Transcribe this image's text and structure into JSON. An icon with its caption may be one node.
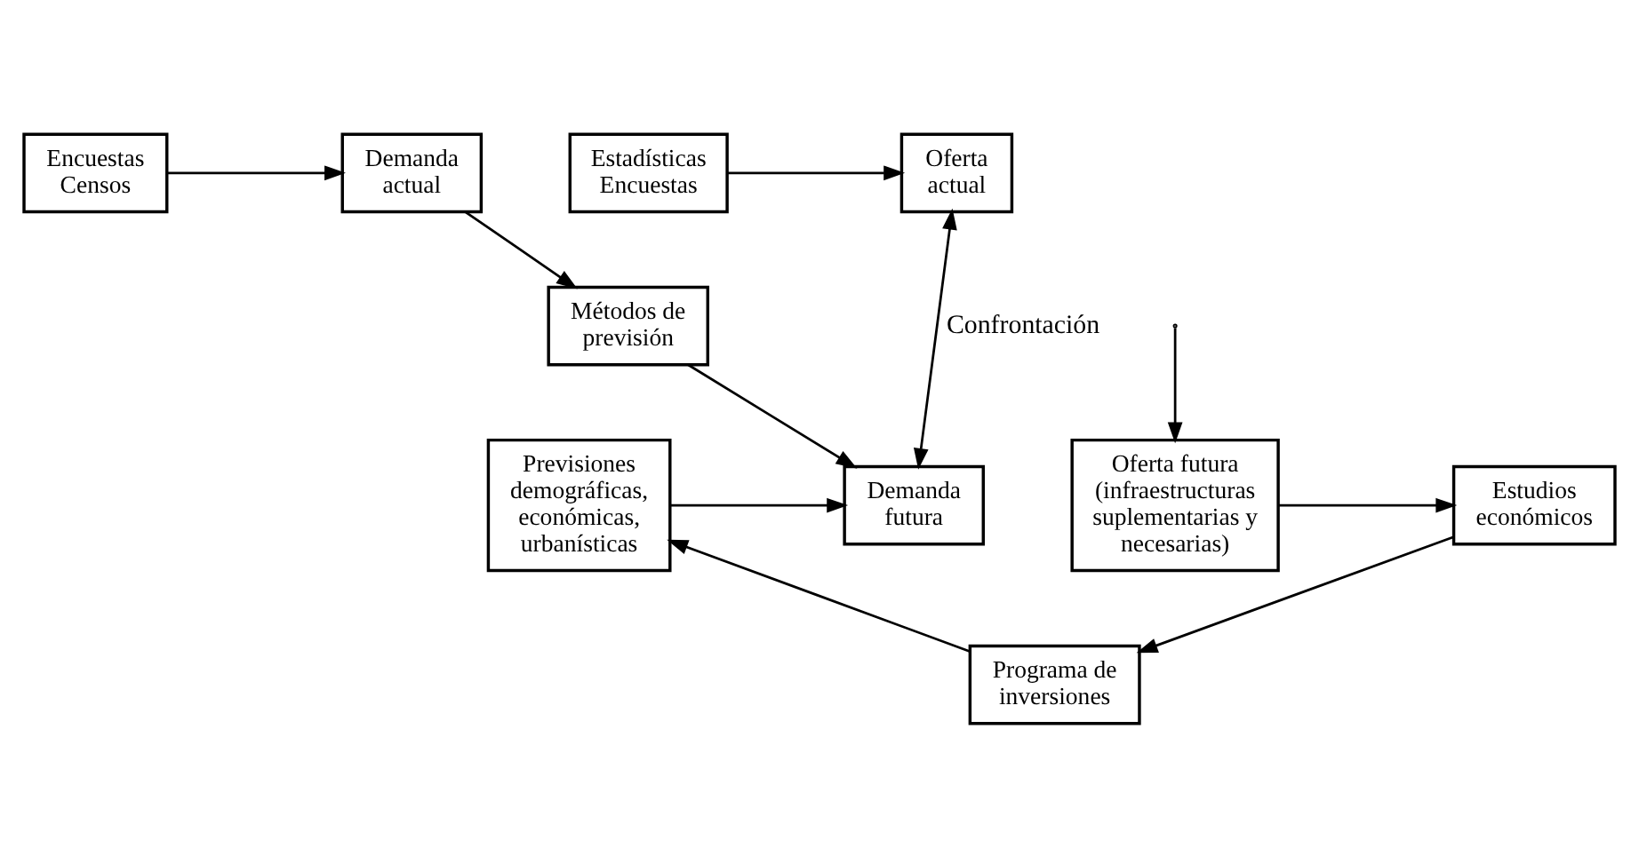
{
  "diagram": {
    "nodes": [
      {
        "text": [
          "Encuestas Censos"
        ]
      },
      {
        "text": [
          "Demanda actual"
        ]
      },
      {
        "text": [
          "Oferta actual"
        ]
      },
      {
        "text": [
          "Estadísticas Encuestas"
        ]
      },
      {
        "text": [
          "Métodos de previsión"
        ]
      },
      {
        "text": [
          "Previsiones demográficas, económicas, urbanísticas"
        ]
      },
      {
        "text": [
          "Demanda futura"
        ]
      },
      {
        "text": [
          "Oferta futura (infraestructuras suplementarias y necesarias)"
        ]
      },
      {
        "text": [
          "Estudios económicos"
        ]
      },
      {
        "text": [
          "Programa de inversiones"
        ]
      }
    ],
    "edges": [
      {
        "from": 0,
        "to": 1,
        "arrow": "to"
      },
      {
        "from": 1,
        "to": 4,
        "arrow": "to"
      },
      {
        "from": 3,
        "to": 2,
        "arrow": "to"
      },
      {
        "from": 4,
        "to": 6,
        "arrow": "to"
      },
      {
        "from": 5,
        "to": 6,
        "arrow": "to"
      },
      {
        "from": 6,
        "to": 2,
        "arrow": "both",
        "label": "Confrontación"
      },
      {
        "from": null,
        "to": 7,
        "arrow": "to"
      },
      {
        "from": 7,
        "to": 8,
        "arrow": "to"
      },
      {
        "from": 8,
        "to": 9,
        "arrow": "to"
      },
      {
        "from": 9,
        "to": 5,
        "arrow": "to"
      }
    ]
  }
}
